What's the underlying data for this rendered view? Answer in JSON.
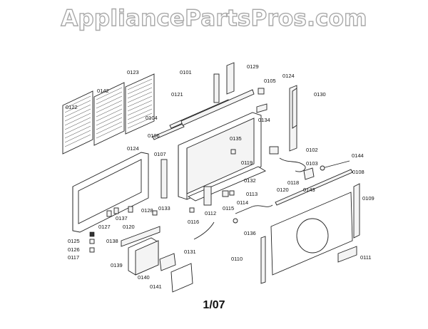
{
  "watermark": "AppliancePartsPros.com",
  "page_number": "1/07",
  "part_labels": {
    "p0101": "0101",
    "p0102": "0102",
    "p0103": "0103",
    "p0104": "0104",
    "p0105": "0105",
    "p0106": "0106",
    "p0107": "0107",
    "p0108": "0108",
    "p0109": "0109",
    "p0110": "0110",
    "p0111": "0111",
    "p0112": "0112",
    "p0113": "0113",
    "p0114": "0114",
    "p0115": "0115",
    "p0116": "0116",
    "p0117": "0117",
    "p0118": "0118",
    "p0119": "0119",
    "p0120a": "0120",
    "p0120b": "0120",
    "p0121": "0121",
    "p0122": "0122",
    "p0123": "0123",
    "p0124a": "0124",
    "p0124b": "0124",
    "p0125": "0125",
    "p0126": "0126",
    "p0127": "0127",
    "p0128": "0128",
    "p0129": "0129",
    "p0130": "0130",
    "p0131": "0131",
    "p0132": "0132",
    "p0133": "0133",
    "p0134": "0134",
    "p0135": "0135",
    "p0136": "0136",
    "p0137": "0137",
    "p0138": "0138",
    "p0139": "0139",
    "p0140": "0140",
    "p0141": "0141",
    "p0142": "0142",
    "p0143": "0143",
    "p0144": "0144"
  }
}
